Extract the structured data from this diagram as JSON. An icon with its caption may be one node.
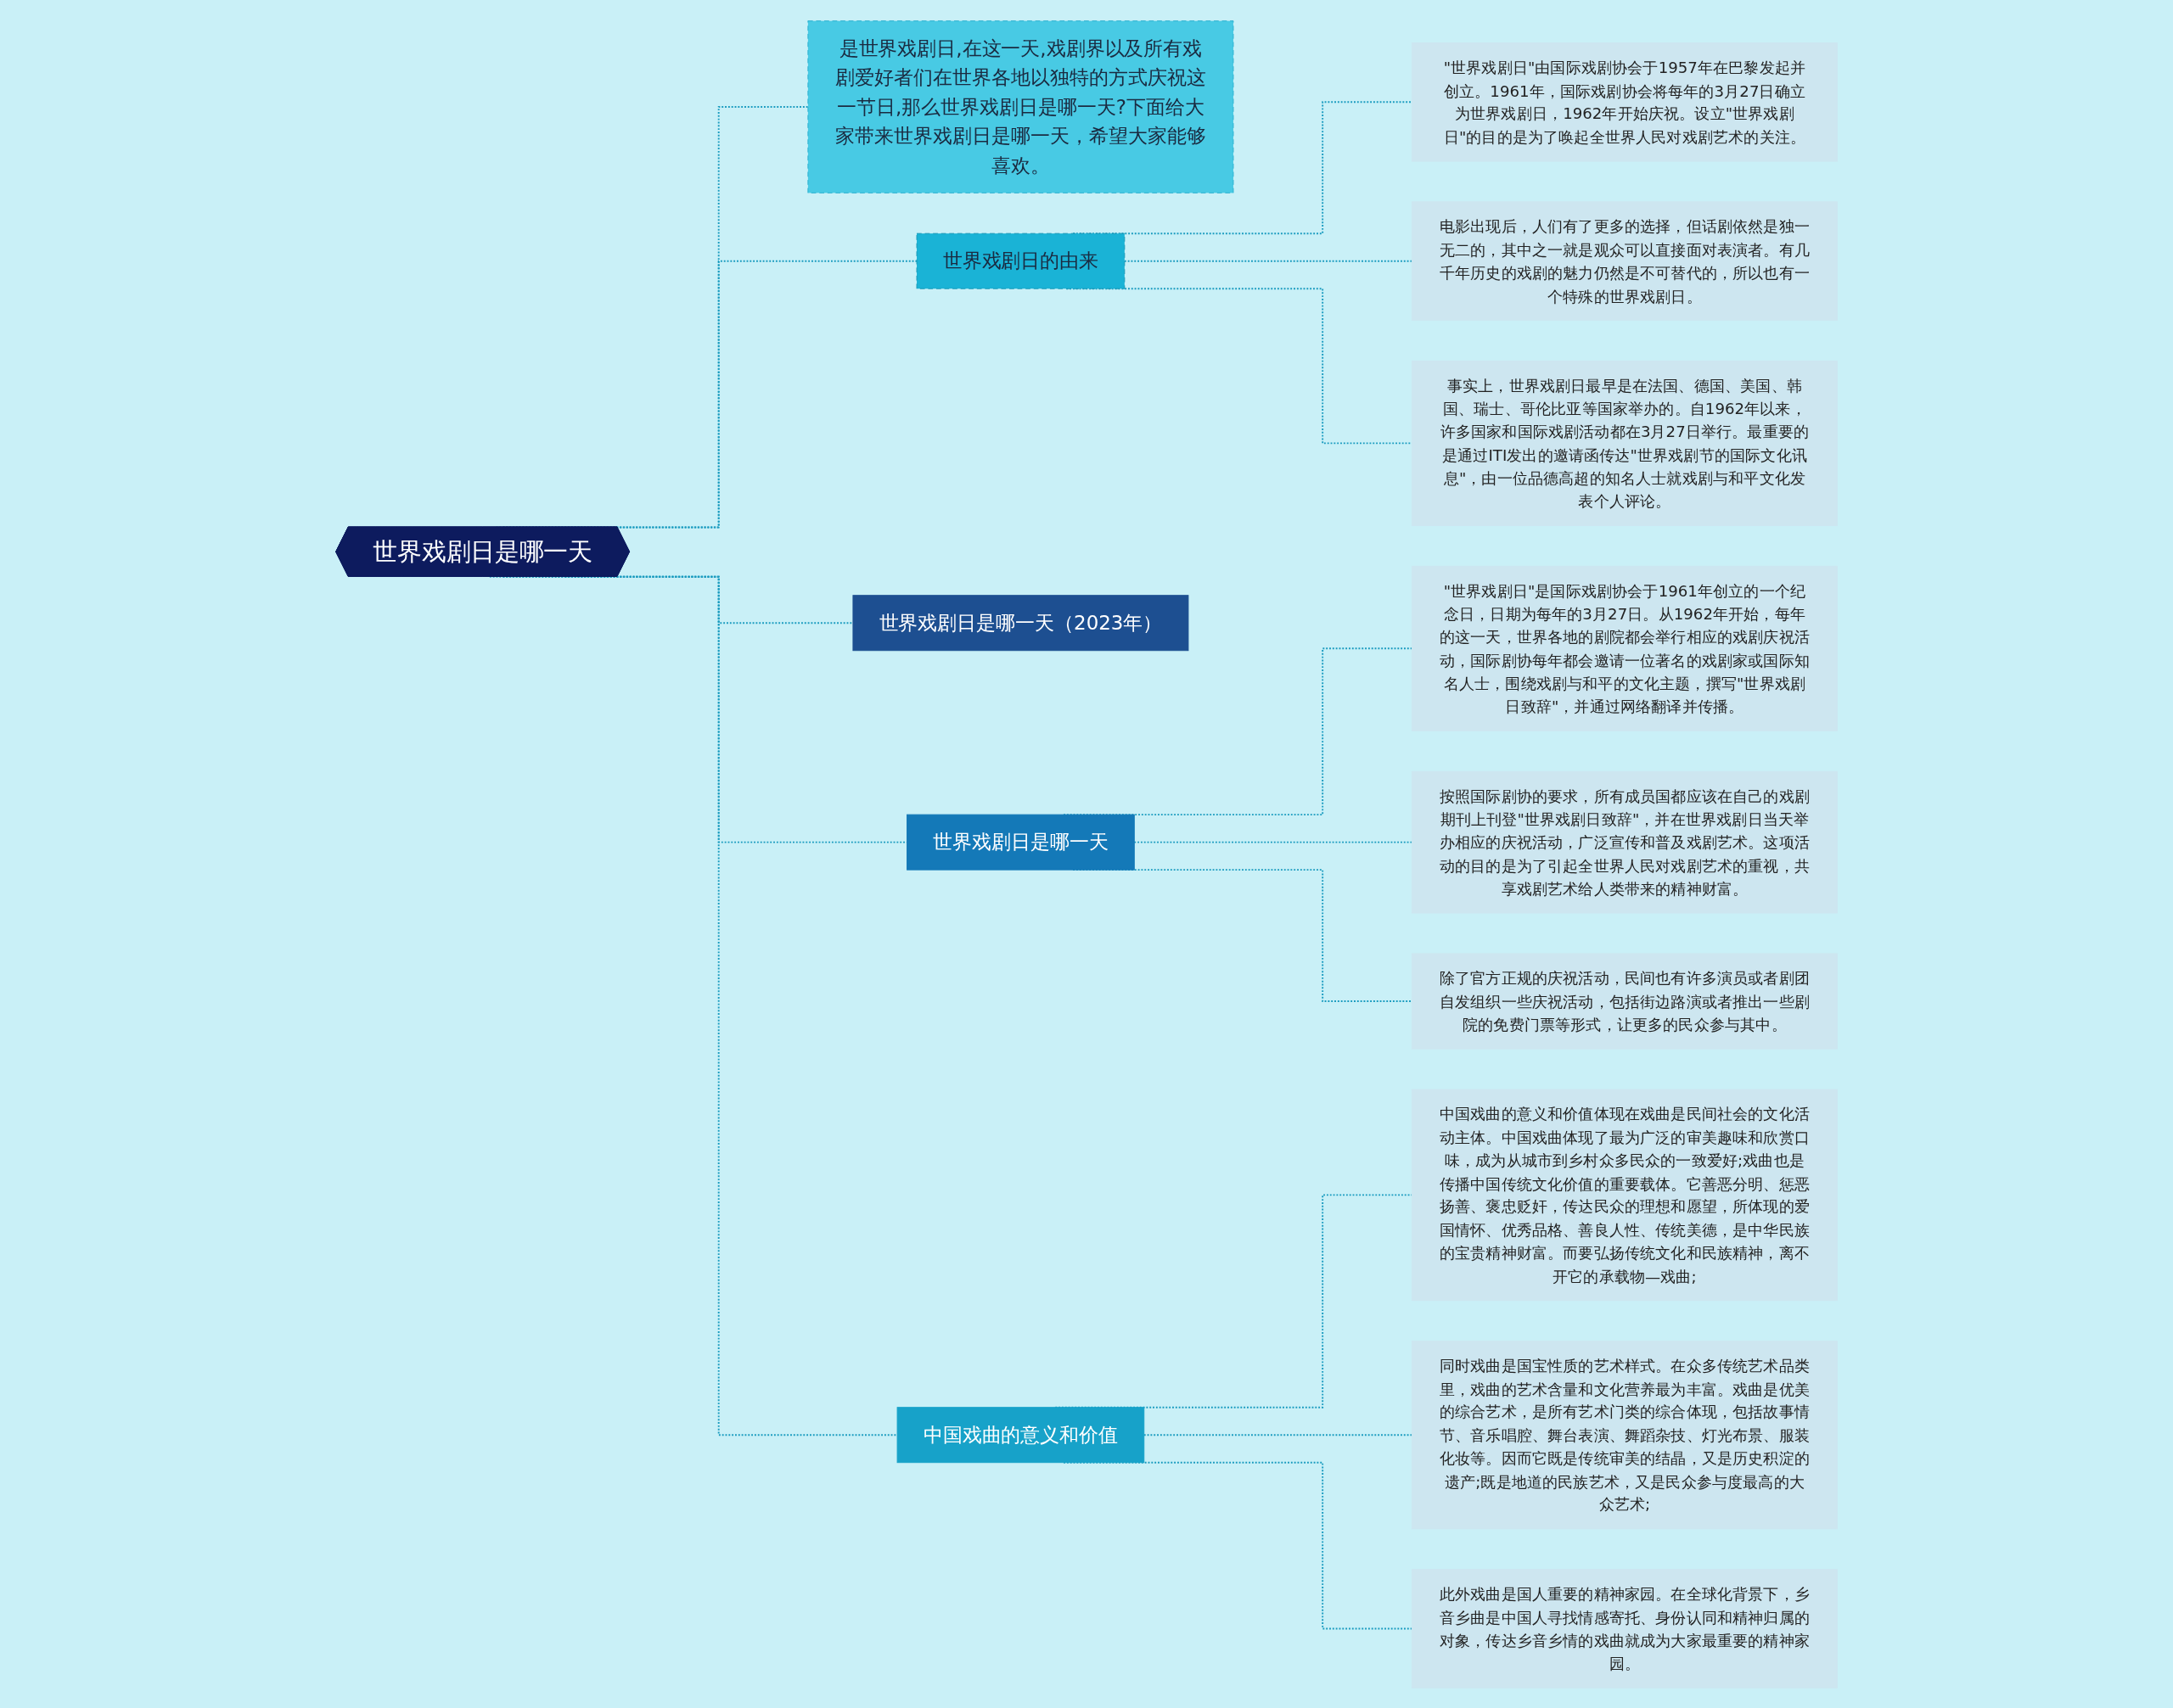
{
  "diagram": {
    "nodes": [
      {
        "text": [
          "世界戏剧日是哪一天"
        ]
      },
      {
        "text": [
          "是世界戏剧日,在这一天,戏剧界以及所有戏剧爱好者们在世界各地以独特的方式庆祝这一节日,那么世界戏剧日是哪一天?下面给大家带来世界戏剧日是哪一天，希望大家能够喜欢。"
        ]
      },
      {
        "text": [
          "世界戏剧日的由来"
        ]
      },
      {
        "text": [
          "\"世界戏剧日\"由国际戏剧协会于1957年在巴黎发起并创立。1961年，国际戏剧协会将每年的3月27日确立为世界戏剧日，1962年开始庆祝。设立\"世界戏剧日\"的目的是为了唤起全世界人民对戏剧艺术的关注。"
        ]
      },
      {
        "text": [
          "电影出现后，人们有了更多的选择，但话剧依然是独一无二的，其中之一就是观众可以直接面对表演者。有几千年历史的戏剧的魅力仍然是不可替代的，所以也有一个特殊的世界戏剧日。"
        ]
      },
      {
        "text": [
          "事实上，世界戏剧日最早是在法国、德国、美国、韩国、瑞士、哥伦比亚等国家举办的。自1962年以来，许多国家和国际戏剧活动都在3月27日举行。最重要的是通过ITI发出的邀请函传达\"世界戏剧节的国际文化讯息\"，由一位品德高超的知名人士就戏剧与和平文化发表个人评论。"
        ]
      },
      {
        "text": [
          "世界戏剧日是哪一天（2023年）"
        ]
      },
      {
        "text": [
          "世界戏剧日是哪一天"
        ]
      },
      {
        "text": [
          "\"世界戏剧日\"是国际戏剧协会于1961年创立的一个纪念日，日期为每年的3月27日。从1962年开始，每年的这一天，世界各地的剧院都会举行相应的戏剧庆祝活动，国际剧协每年都会邀请一位著名的戏剧家或国际知名人士，围绕戏剧与和平的文化主题，撰写\"世界戏剧日致辞\"，并通过网络翻译并传播。"
        ]
      },
      {
        "text": [
          "按照国际剧协的要求，所有成员国都应该在自己的戏剧期刊上刊登\"世界戏剧日致辞\"，并在世界戏剧日当天举办相应的庆祝活动，广泛宣传和普及戏剧艺术。这项活动的目的是为了引起全世界人民对戏剧艺术的重视，共享戏剧艺术给人类带来的精神财富。"
        ]
      },
      {
        "text": [
          "除了官方正规的庆祝活动，民间也有许多演员或者剧团自发组织一些庆祝活动，包括街边路演或者推出一些剧院的免费门票等形式，让更多的民众参与其中。"
        ]
      },
      {
        "text": [
          "中国戏曲的意义和价值"
        ]
      },
      {
        "text": [
          "中国戏曲的意义和价值体现在戏曲是民间社会的文化活动主体。中国戏曲体现了最为广泛的审美趣味和欣赏口味，成为从城市到乡村众多民众的一致爱好;戏曲也是传播中国传统文化价值的重要载体。它善恶分明、惩恶扬善、褒忠贬奸，传达民众的理想和愿望，所体现的爱国情怀、优秀品格、善良人性、传统美德，是中华民族的宝贵精神财富。而要弘扬传统文化和民族精神，离不开它的承载物—戏曲;"
        ]
      },
      {
        "text": [
          "同时戏曲是国宝性质的艺术样式。在众多传统艺术品类里，戏曲的艺术含量和文化营养最为丰富。戏曲是优美的综合艺术，是所有艺术门类的综合体现，包括故事情节、音乐唱腔、舞台表演、舞蹈杂技、灯光布景、服装化妆等。因而它既是传统审美的结晶，又是历史积淀的遗产;既是地道的民族艺术，又是民众参与度最高的大众艺术;"
        ]
      },
      {
        "text": [
          "此外戏曲是国人重要的精神家园。在全球化背景下，乡音乡曲是中国人寻找情感寄托、身份认同和精神归属的对象，传达乡音乡情的戏曲就成为大家最重要的精神家园。"
        ]
      }
    ],
    "edges": [
      {
        "from": 0,
        "to": 1,
        "arrow": "none",
        "style": "dashed"
      },
      {
        "from": 0,
        "to": 2,
        "arrow": "none",
        "style": "dashed"
      },
      {
        "from": 2,
        "to": 3,
        "arrow": "none",
        "style": "dashed"
      },
      {
        "from": 2,
        "to": 4,
        "arrow": "none",
        "style": "dashed"
      },
      {
        "from": 2,
        "to": 5,
        "arrow": "none",
        "style": "dashed"
      },
      {
        "from": 0,
        "to": 6,
        "arrow": "none",
        "style": "dashed"
      },
      {
        "from": 0,
        "to": 7,
        "arrow": "none",
        "style": "dashed"
      },
      {
        "from": 7,
        "to": 8,
        "arrow": "none",
        "style": "dashed"
      },
      {
        "from": 7,
        "to": 9,
        "arrow": "none",
        "style": "dashed"
      },
      {
        "from": 7,
        "to": 10,
        "arrow": "none",
        "style": "dashed"
      },
      {
        "from": 0,
        "to": 11,
        "arrow": "none",
        "style": "dashed"
      },
      {
        "from": 11,
        "to": 12,
        "arrow": "none",
        "style": "dashed"
      },
      {
        "from": 11,
        "to": 13,
        "arrow": "none",
        "style": "dashed"
      },
      {
        "from": 11,
        "to": 14,
        "arrow": "none",
        "style": "dashed"
      }
    ]
  }
}
